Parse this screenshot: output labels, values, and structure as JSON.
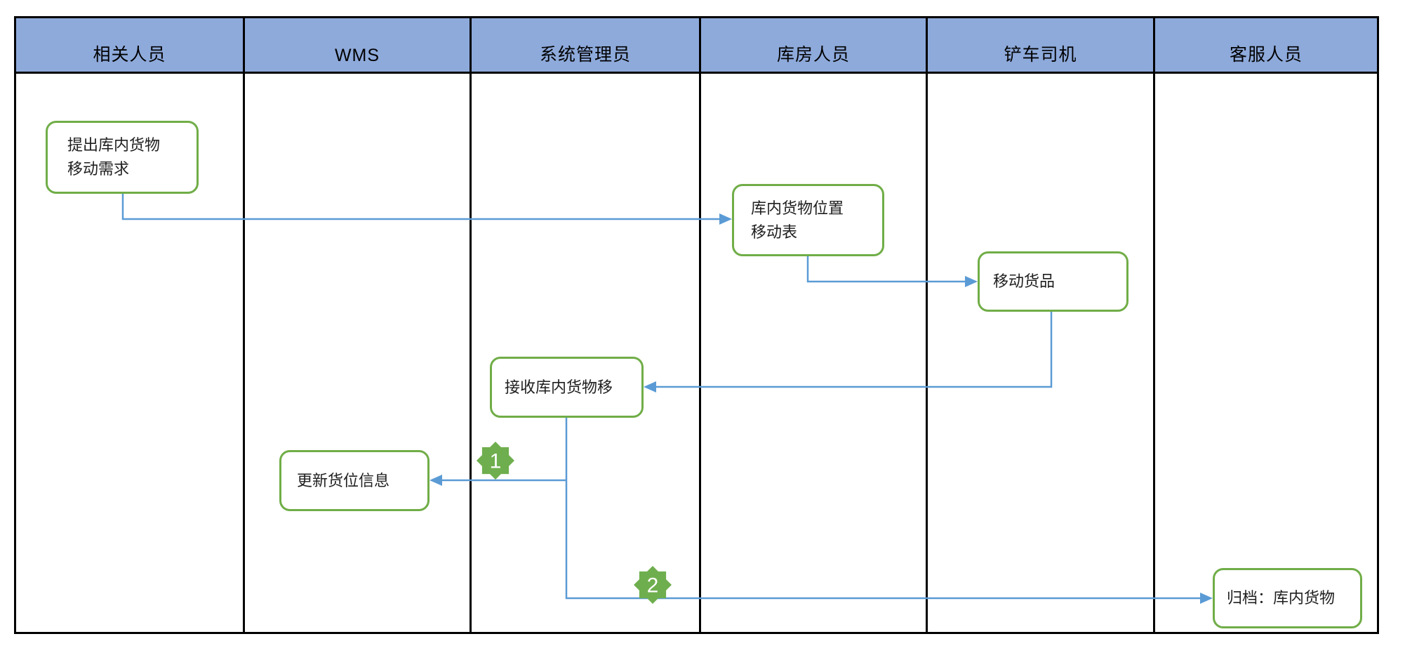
{
  "diagram": {
    "type": "swimlane-flowchart",
    "lanes": [
      {
        "label": "相关人员"
      },
      {
        "label": "WMS"
      },
      {
        "label": "系统管理员"
      },
      {
        "label": "库房人员"
      },
      {
        "label": "铲车司机"
      },
      {
        "label": "客服人员"
      }
    ],
    "nodes": [
      {
        "id": "propose-move-request",
        "lane": "相关人员",
        "label": "提出库内货物移动需求"
      },
      {
        "id": "move-location-table",
        "lane": "库房人员",
        "label": "库内货物位置移动表"
      },
      {
        "id": "move-goods",
        "lane": "铲车司机",
        "label": "移动货品"
      },
      {
        "id": "receive-move",
        "lane": "系统管理员",
        "label": "接收库内货物移"
      },
      {
        "id": "update-location-info",
        "lane": "WMS",
        "label": "更新货位信息"
      },
      {
        "id": "archive-goods",
        "lane": "客服人员",
        "label": "归档：库内货物"
      }
    ],
    "edges": [
      {
        "from": "propose-move-request",
        "to": "move-location-table",
        "badge": ""
      },
      {
        "from": "move-location-table",
        "to": "move-goods",
        "badge": ""
      },
      {
        "from": "move-goods",
        "to": "receive-move",
        "badge": ""
      },
      {
        "from": "receive-move",
        "to": "update-location-info",
        "badge": "1"
      },
      {
        "from": "receive-move",
        "to": "archive-goods",
        "badge": "2"
      }
    ],
    "badges": [
      {
        "label": "1"
      },
      {
        "label": "2"
      }
    ],
    "colors": {
      "lane_header_fill": "#8eaadb",
      "table_border": "#000000",
      "node_border": "#70ad47",
      "node_fill": "#ffffff",
      "connector": "#5b9bd5",
      "badge_fill": "#6fae4e",
      "badge_text": "#ffffff"
    }
  }
}
